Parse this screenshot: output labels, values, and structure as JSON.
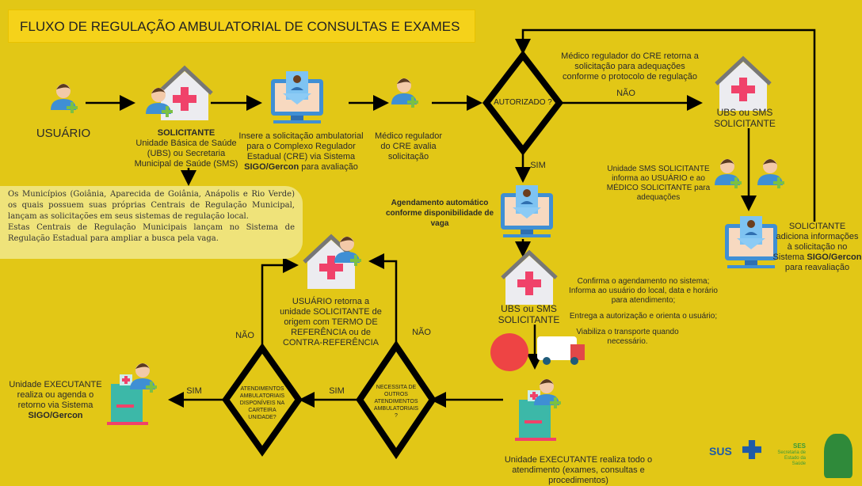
{
  "title": "FLUXO DE REGULAÇÃO AMBULATORIAL DE CONSULTAS E EXAMES",
  "usuario": "USUÁRIO",
  "solicitante": {
    "bold": "SOLICITANTE",
    "text": "Unidade Básica de Saúde (UBS) ou Secretaria Municipal de Saúde (SMS)"
  },
  "insere": {
    "text": "Insere a solicitação ambulatorial para o Complexo Regulador Estadual (CRE) via Sistema",
    "bold": "SIGO/Gercon",
    "suffix": " para avaliação"
  },
  "medico_avalia": "Médico regulador do CRE avalia solicitação",
  "autorizado": "AUTORIZADO ?",
  "retorna": "Médico regulador do CRE retorna a solicitação para adequações conforme o protocolo de regulação",
  "nao": "NÃO",
  "sim": "SIM",
  "ubs_sms_solicitante": "UBS ou SMS SOLICITANTE",
  "informa": "Unidade SMS SOLICITANTE informa ao USUÁRIO e ao MÉDICO  SOLICITANTE para adequações",
  "adiciona": {
    "text": "SOLICITANTE adiciona informações à solicitação no Sistema",
    "bold": "SIGO/Gercon",
    "suffix": "para reavaliação"
  },
  "note": {
    "p1": "Os Municípios (Goiânia, Aparecida de Goiânia, Anápolis e Rio Verde) os quais possuem suas próprias Centrais de Regulação Municipal, lançam as solicitações em seus sistemas de regulação local.",
    "p2": "Estas Centrais de Regulação Municipais lançam no Sistema de Regulação Estadual para ampliar a busca pela vaga."
  },
  "agendamento": "Agendamento automático conforme disponibilidade de vaga",
  "bullets": [
    "Confirma o agendamento no sistema;",
    "Informa ao usuário do local, data e horário para atendimento;",
    "Entrega a autorização e orienta o usuário;",
    "Viabiliza o transporte quando necessário."
  ],
  "executante_todo": "Unidade EXECUTANTE realiza todo o atendimento (exames, consultas e procedimentos)",
  "necessita": "NECESSITA DE OUTROS ATENDIMENTOS AMBULATORIAIS ?",
  "atendimentos": "ATENDIMENTOS AMBULATORIAIS DISPONÍVEIS NA CARTEIRA UNIDADE?",
  "usuario_retorna": "USUÁRIO retorna a unidade SOLICITANTE de origem com TERMO DE REFERÊNCIA ou de CONTRA-REFERÊNCIA",
  "executante_retorno": {
    "text": "Unidade EXECUTANTE realiza ou agenda o retorno via Sistema",
    "bold": "SIGO/Gercon"
  },
  "logos": {
    "sus": "SUS",
    "ses": "SES",
    "ses_sub": "Secretaria de Estado da Saúde"
  },
  "colors": {
    "background": "#E2C716",
    "cross": "#F0426A",
    "monitor": "#3F8FD4",
    "building": "#3CB8A8"
  }
}
